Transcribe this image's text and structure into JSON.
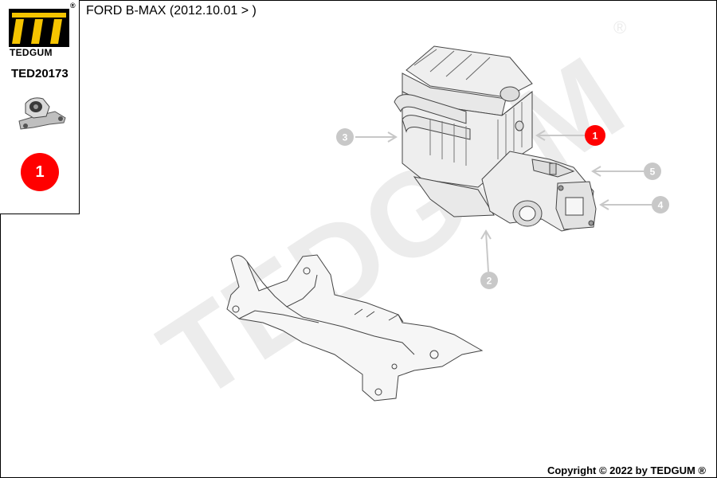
{
  "header": {
    "title": "FORD B-MAX (2012.10.01 > )"
  },
  "sidebar": {
    "brand": "TEDGUM",
    "registered_mark": "®",
    "part_code": "TED20173",
    "highlighted_callout": "1"
  },
  "watermark": {
    "text": "TEDGUM",
    "mark": "®"
  },
  "callouts": [
    {
      "label": "1",
      "highlighted": true
    },
    {
      "label": "2",
      "highlighted": false
    },
    {
      "label": "3",
      "highlighted": false
    },
    {
      "label": "4",
      "highlighted": false
    },
    {
      "label": "5",
      "highlighted": false
    }
  ],
  "footer": {
    "copyright": "Copyright © 2022 by TEDGUM ®"
  },
  "colors": {
    "highlight": "#ff0000",
    "callout_grey": "#c8c8c8",
    "watermark_grey": "#ececec"
  },
  "icons": {
    "logo": "tedgum-logo-icon",
    "part_thumbnail": "engine-mount-thumbnail-icon"
  }
}
